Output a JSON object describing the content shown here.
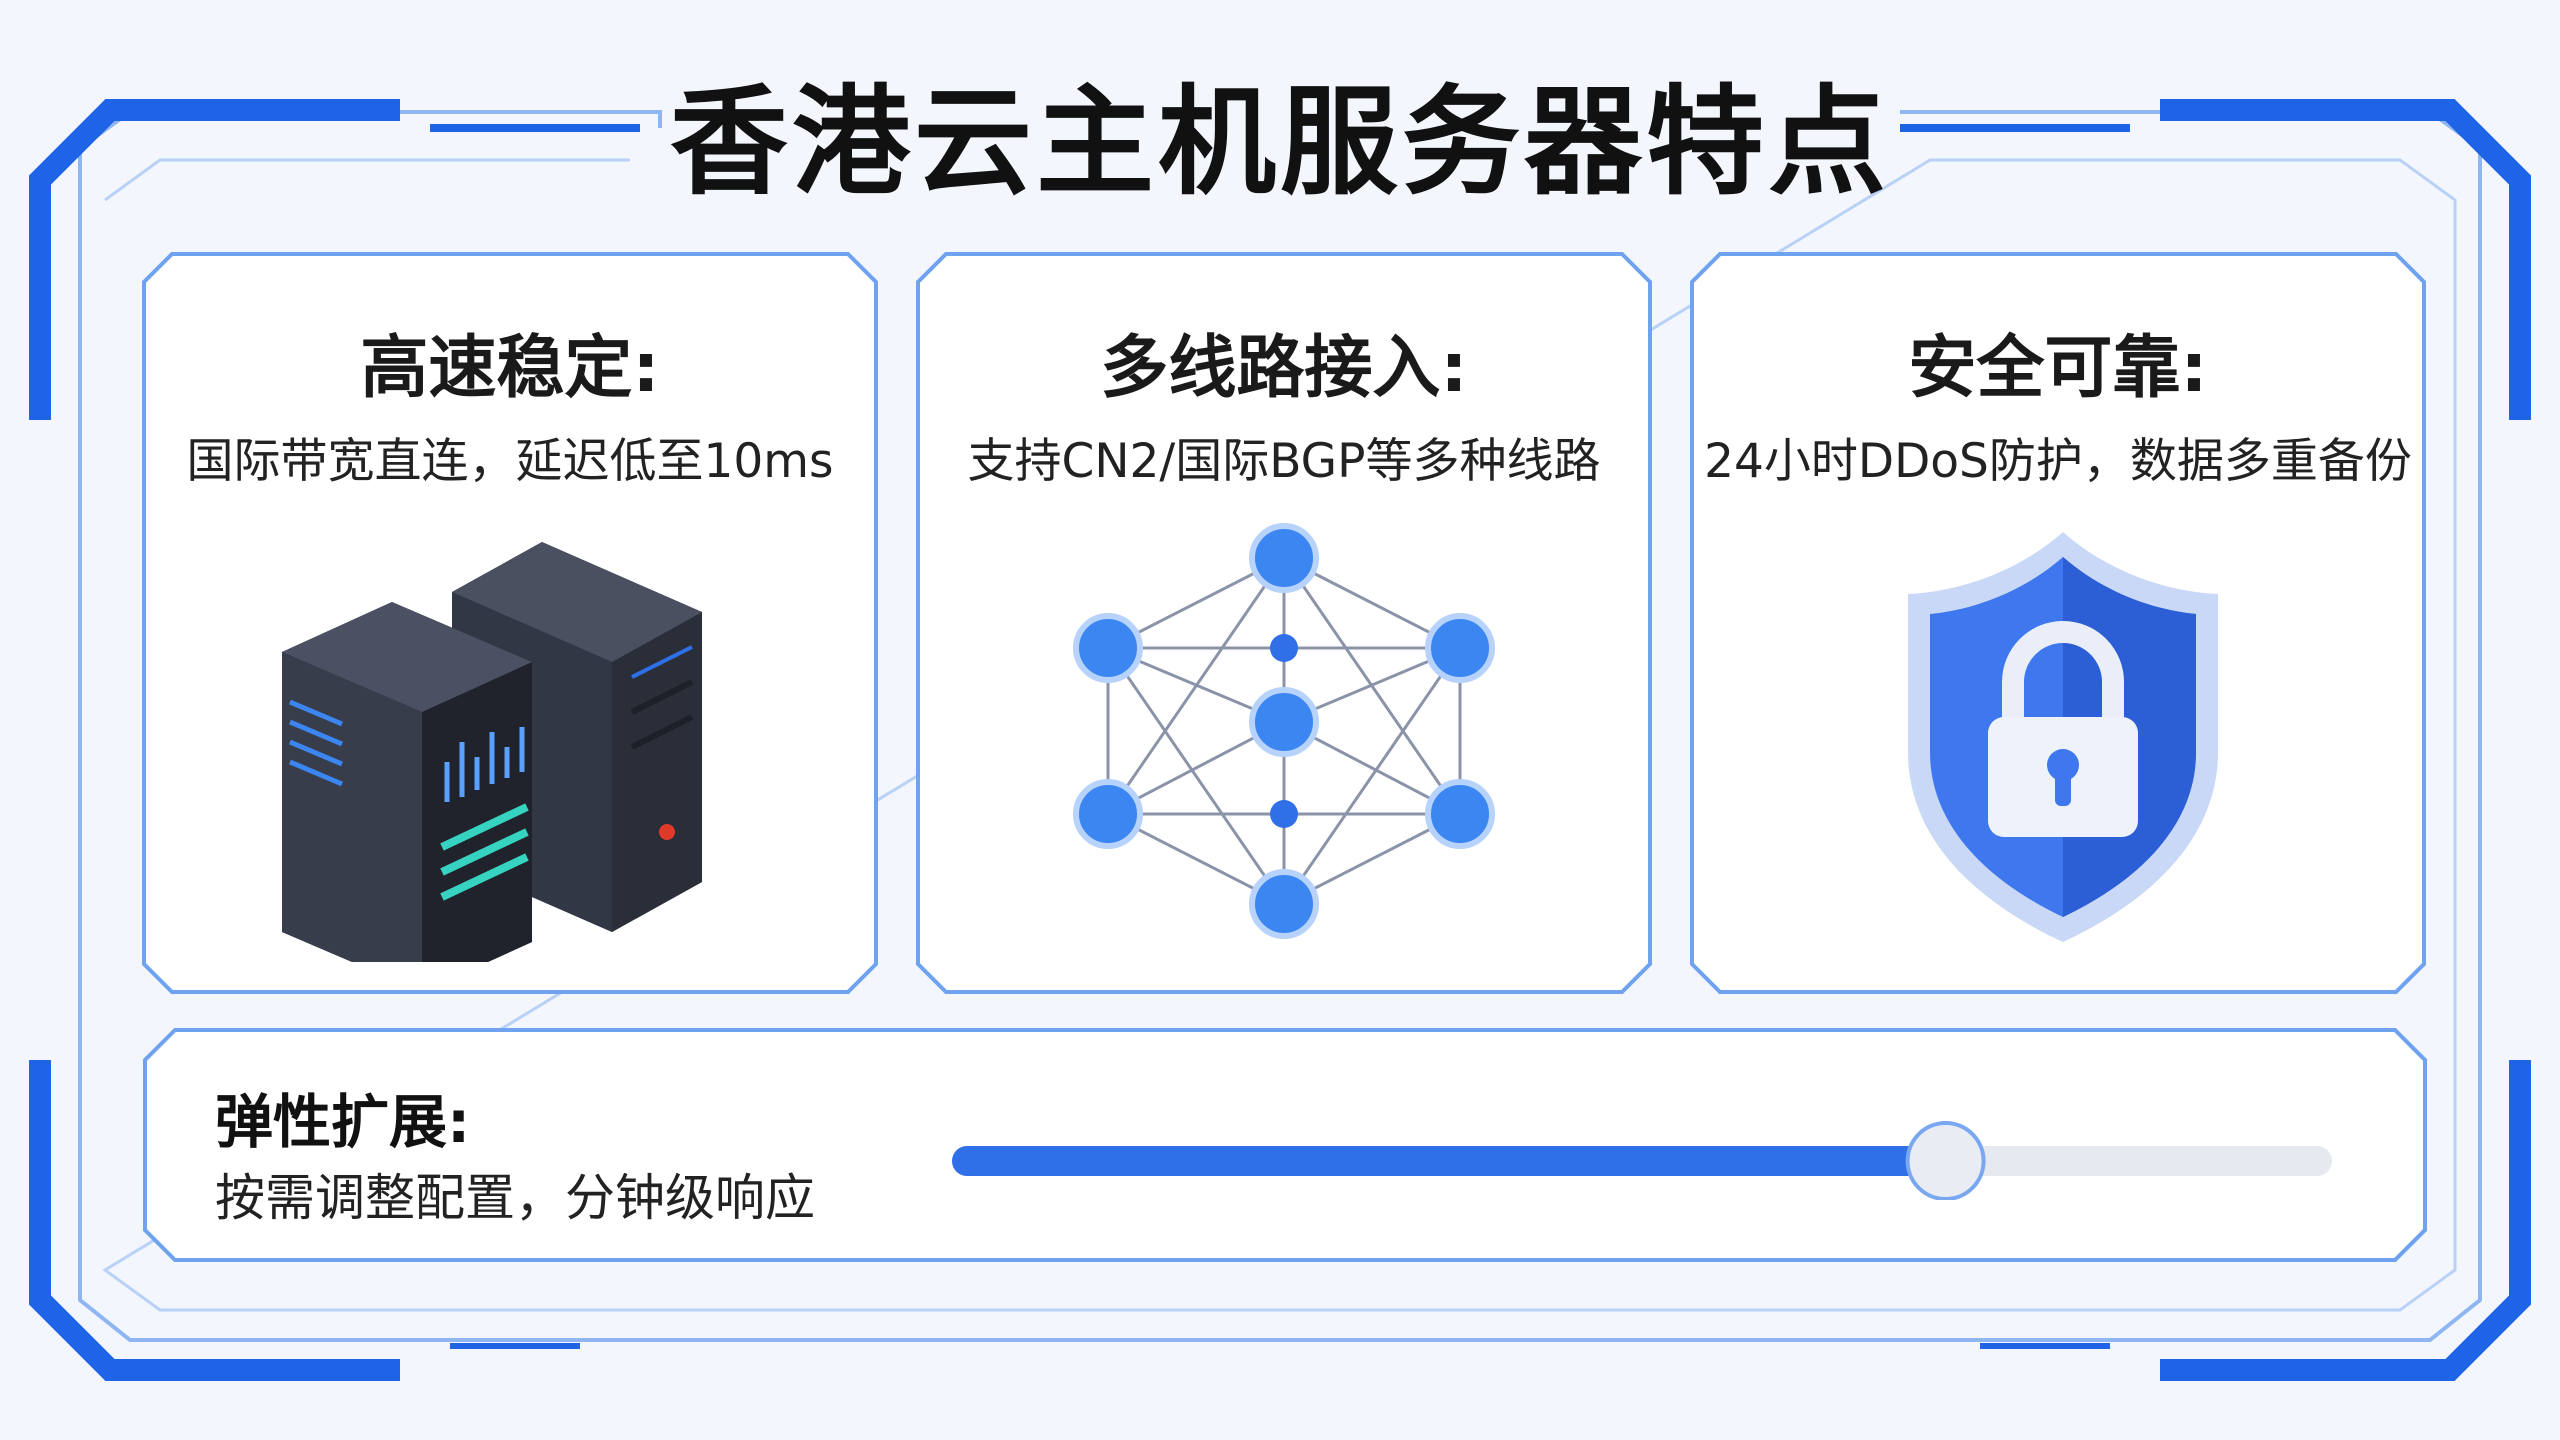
{
  "title": "香港云主机服务器特点",
  "features": [
    {
      "title": "高速稳定:",
      "desc": "国际带宽直连，延迟低至10ms",
      "icon": "server-icon"
    },
    {
      "title": "多线路接入:",
      "desc": "支持CN2/国际BGP等多种线路",
      "icon": "network-icon"
    },
    {
      "title": "安全可靠:",
      "desc": "24小时DDoS防护，数据多重备份",
      "icon": "shield-lock-icon"
    }
  ],
  "elastic": {
    "title": "弹性扩展:",
    "desc": "按需调整配置，分钟级响应",
    "slider_level": 0.72
  },
  "colors": {
    "accent": "#2f6fe8",
    "frame": "#1f63e6",
    "card_border": "#6fa2ef",
    "node": "#3b86f0",
    "shield": "#3f78ee"
  }
}
